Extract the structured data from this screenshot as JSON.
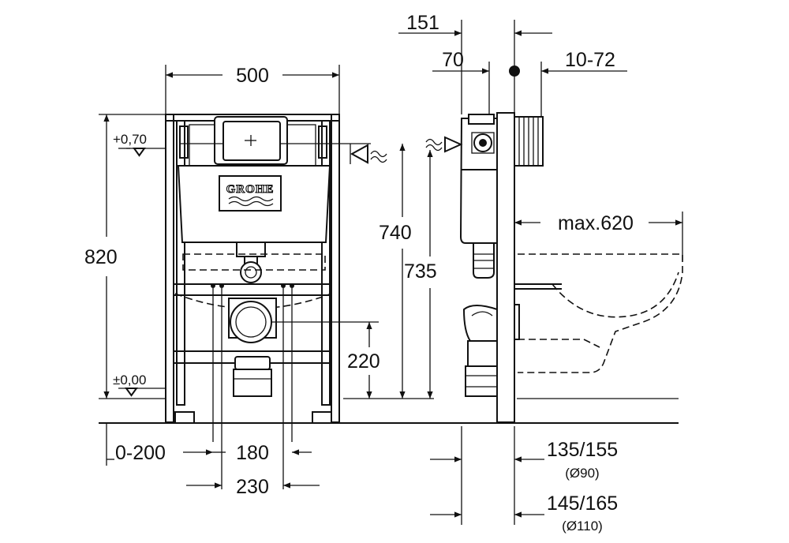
{
  "brand": "GROHE",
  "dimensions": {
    "width_500": "500",
    "height_820": "820",
    "level_top": "+0,70",
    "level_zero": "±0,00",
    "height_740": "740",
    "height_735": "735",
    "height_220": "220",
    "offset_0_200": "0-200",
    "spacing_180": "180",
    "spacing_230": "230",
    "depth_151": "151",
    "depth_70": "70",
    "depth_10_72": "10-72",
    "max_620": "max.620",
    "depth_135_155": "135/155",
    "pipe_90": "(Ø90)",
    "depth_145_165": "145/165",
    "pipe_110": "(Ø110)"
  }
}
